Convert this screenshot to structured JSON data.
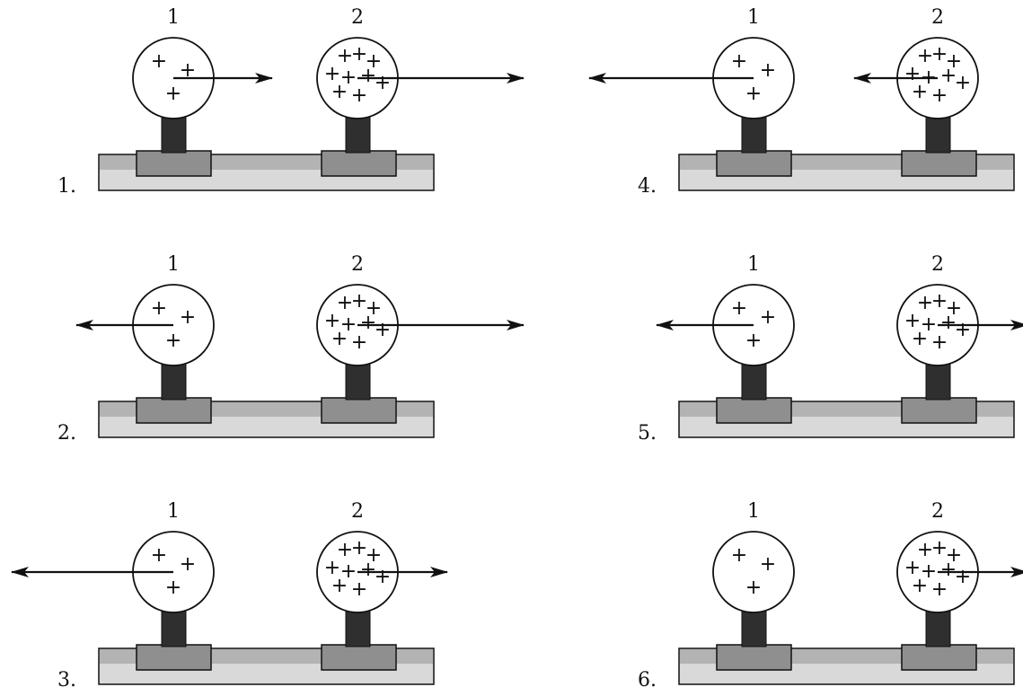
{
  "colors": {
    "background": "#ffffff",
    "ink": "#111111",
    "base_light": "#d9d9d9",
    "base_band": "#b3b3b3",
    "pad": "#8f8f8f",
    "post": "#2f2f2f"
  },
  "panels": [
    {
      "number": "1.",
      "sphere_labels": [
        "1",
        "2"
      ],
      "sphere1_charges": [
        "+",
        "+",
        "+"
      ],
      "sphere2_charges": [
        "+",
        "+",
        "+",
        "+",
        "+",
        "+",
        "+",
        "+",
        "+"
      ],
      "sphere1_force": "right-medium",
      "sphere2_force": "right-long"
    },
    {
      "number": "2.",
      "sphere_labels": [
        "1",
        "2"
      ],
      "sphere1_charges": [
        "+",
        "+",
        "+"
      ],
      "sphere2_charges": [
        "+",
        "+",
        "+",
        "+",
        "+",
        "+",
        "+",
        "+",
        "+"
      ],
      "sphere1_force": "left-medium",
      "sphere2_force": "right-long"
    },
    {
      "number": "3.",
      "sphere_labels": [
        "1",
        "2"
      ],
      "sphere1_charges": [
        "+",
        "+",
        "+"
      ],
      "sphere2_charges": [
        "+",
        "+",
        "+",
        "+",
        "+",
        "+",
        "+",
        "+",
        "+"
      ],
      "sphere1_force": "left-long",
      "sphere2_force": "right-medium"
    },
    {
      "number": "4.",
      "sphere_labels": [
        "1",
        "2"
      ],
      "sphere1_charges": [
        "+",
        "+",
        "+"
      ],
      "sphere2_charges": [
        "+",
        "+",
        "+",
        "+",
        "+",
        "+",
        "+",
        "+",
        "+"
      ],
      "sphere1_force": "left-long",
      "sphere2_force": "left-medium"
    },
    {
      "number": "5.",
      "sphere_labels": [
        "1",
        "2"
      ],
      "sphere1_charges": [
        "+",
        "+",
        "+"
      ],
      "sphere2_charges": [
        "+",
        "+",
        "+",
        "+",
        "+",
        "+",
        "+",
        "+",
        "+"
      ],
      "sphere1_force": "left-medium",
      "sphere2_force": "right-medium"
    },
    {
      "number": "6.",
      "sphere_labels": [
        "1",
        "2"
      ],
      "sphere1_charges": [
        "+",
        "+",
        "+"
      ],
      "sphere2_charges": [
        "+",
        "+",
        "+",
        "+",
        "+",
        "+",
        "+",
        "+",
        "+"
      ],
      "sphere1_force": "none",
      "sphere2_force": "right-medium"
    }
  ]
}
